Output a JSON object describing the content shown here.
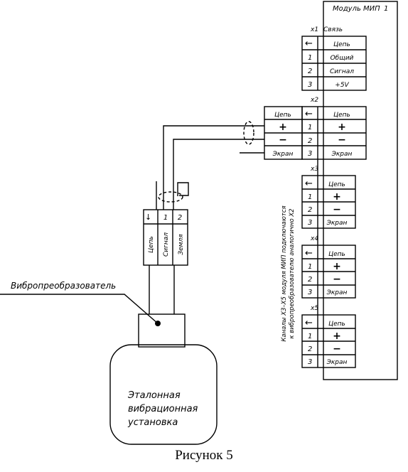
{
  "module": {
    "title": "Модуль МИП",
    "number": "1"
  },
  "x1": {
    "label": "x1",
    "suffix": "Связь",
    "rows": [
      {
        "pin": "←",
        "text": "Цепь"
      },
      {
        "pin": "1",
        "text": "Общий"
      },
      {
        "pin": "2",
        "text": "Сигнал"
      },
      {
        "pin": "3",
        "text": "+5V"
      }
    ]
  },
  "x2": {
    "label": "x2",
    "rows": [
      {
        "pin": "←",
        "text": "Цепь",
        "left": "Цепь"
      },
      {
        "pin": "1",
        "text": "+",
        "left": "+"
      },
      {
        "pin": "2",
        "text": "−",
        "left": "−"
      },
      {
        "pin": "3",
        "text": "Экран",
        "left": "Экран"
      }
    ]
  },
  "x3": {
    "label": "x3",
    "rows": [
      {
        "pin": "←",
        "text": "Цепь"
      },
      {
        "pin": "1",
        "text": "+"
      },
      {
        "pin": "2",
        "text": "−"
      },
      {
        "pin": "3",
        "text": "Экран"
      }
    ]
  },
  "x4": {
    "label": "x4",
    "rows": [
      {
        "pin": "←",
        "text": "Цепь"
      },
      {
        "pin": "1",
        "text": "+"
      },
      {
        "pin": "2",
        "text": "−"
      },
      {
        "pin": "3",
        "text": "Экран"
      }
    ]
  },
  "x5": {
    "label": "x5",
    "rows": [
      {
        "pin": "←",
        "text": "Цепь"
      },
      {
        "pin": "1",
        "text": "+"
      },
      {
        "pin": "2",
        "text": "−"
      },
      {
        "pin": "3",
        "text": "Экран"
      }
    ]
  },
  "note": {
    "line1": "Каналы X3–X5 модуля МИП подключаются",
    "line2": "к вибропреобразователю аналогично X2"
  },
  "sensor_connector": {
    "headers": [
      "←",
      "1",
      "2"
    ],
    "labels": [
      "Цепь",
      "Сигнал",
      "Земля"
    ]
  },
  "sensor_label": "Вибропреобразователь",
  "installation_label": [
    "Эталонная",
    "вибрационная",
    "установка"
  ],
  "caption": "Рисунок 5"
}
